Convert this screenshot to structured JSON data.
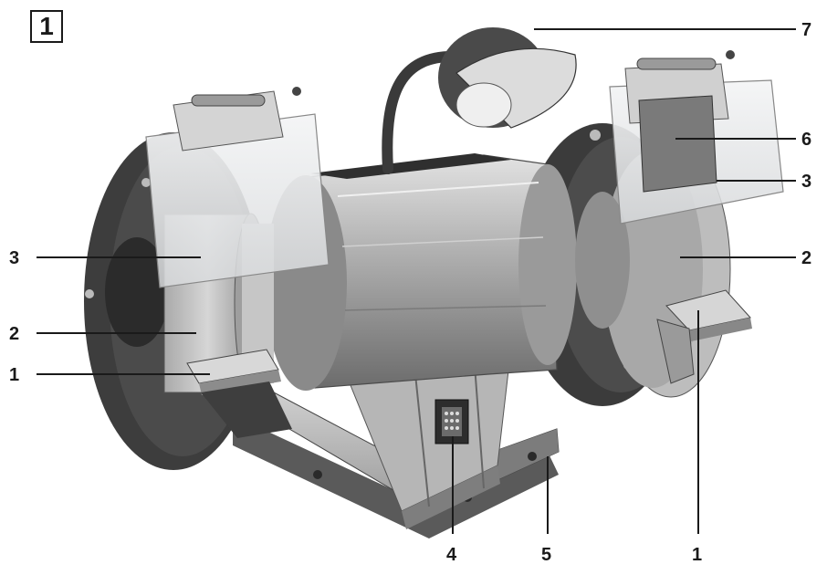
{
  "figure_number": "1",
  "callouts": {
    "c1_left": "1",
    "c2_left": "2",
    "c3_left": "3",
    "c4": "4",
    "c5": "5",
    "c1_bottom": "1",
    "c2_right": "2",
    "c3_right": "3",
    "c6": "6",
    "c7": "7"
  },
  "parts": [
    "tool-rest",
    "grinding-wheel",
    "eye-shield",
    "on-off-switch",
    "base",
    "spark-deflector",
    "work-lamp"
  ],
  "colors": {
    "dark": "#3a3a3a",
    "mid": "#8a8a8a",
    "light": "#c4c4c4",
    "shield": "#e6e8ea",
    "line": "#1a1a1a"
  }
}
